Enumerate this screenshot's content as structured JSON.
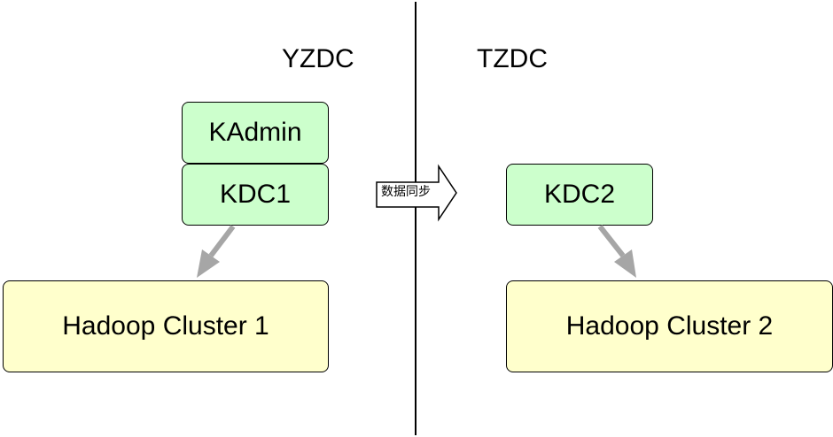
{
  "left_zone": {
    "label": "YZDC",
    "kadmin_label": "KAdmin",
    "kdc_label": "KDC1",
    "cluster_label": "Hadoop Cluster 1"
  },
  "right_zone": {
    "label": "TZDC",
    "kdc_label": "KDC2",
    "cluster_label": "Hadoop Cluster 2"
  },
  "sync_arrow": {
    "label": "数据同步"
  },
  "colors": {
    "server_fill": "#ccffcc",
    "cluster_fill": "#ffffcc",
    "connector_arrow": "#a6a6a6",
    "outline": "#000000"
  }
}
